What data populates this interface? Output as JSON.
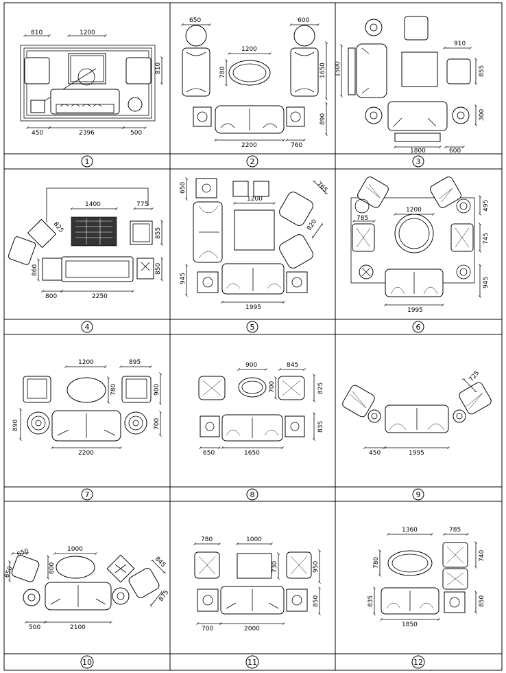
{
  "panels": [
    {
      "label": "1",
      "dims": [
        "810",
        "1200",
        "810",
        "450",
        "2396",
        "500"
      ]
    },
    {
      "label": "2",
      "dims": [
        "650",
        "600",
        "1200",
        "780",
        "1650",
        "890",
        "2200",
        "760"
      ]
    },
    {
      "label": "3",
      "dims": [
        "910",
        "1500",
        "855",
        "300",
        "1800",
        "600"
      ]
    },
    {
      "label": "4",
      "dims": [
        "1400",
        "775",
        "825",
        "855",
        "860",
        "850",
        "800",
        "2250"
      ]
    },
    {
      "label": "5",
      "dims": [
        "650",
        "765",
        "1200",
        "820",
        "945",
        "1995"
      ]
    },
    {
      "label": "6",
      "dims": [
        "1200",
        "785",
        "495",
        "745",
        "945",
        "1995"
      ]
    },
    {
      "label": "7",
      "dims": [
        "1200",
        "895",
        "780",
        "900",
        "890",
        "700",
        "2200"
      ]
    },
    {
      "label": "8",
      "dims": [
        "900",
        "845",
        "700",
        "825",
        "835",
        "650",
        "1650"
      ]
    },
    {
      "label": "9",
      "dims": [
        "725",
        "450",
        "1995"
      ]
    },
    {
      "label": "10",
      "dims": [
        "650",
        "1000",
        "800",
        "650",
        "845",
        "875",
        "500",
        "2100"
      ]
    },
    {
      "label": "11",
      "dims": [
        "780",
        "1000",
        "730",
        "950",
        "850",
        "700",
        "2000"
      ]
    },
    {
      "label": "12",
      "dims": [
        "1360",
        "785",
        "780",
        "740",
        "835",
        "850",
        "1850"
      ]
    }
  ]
}
